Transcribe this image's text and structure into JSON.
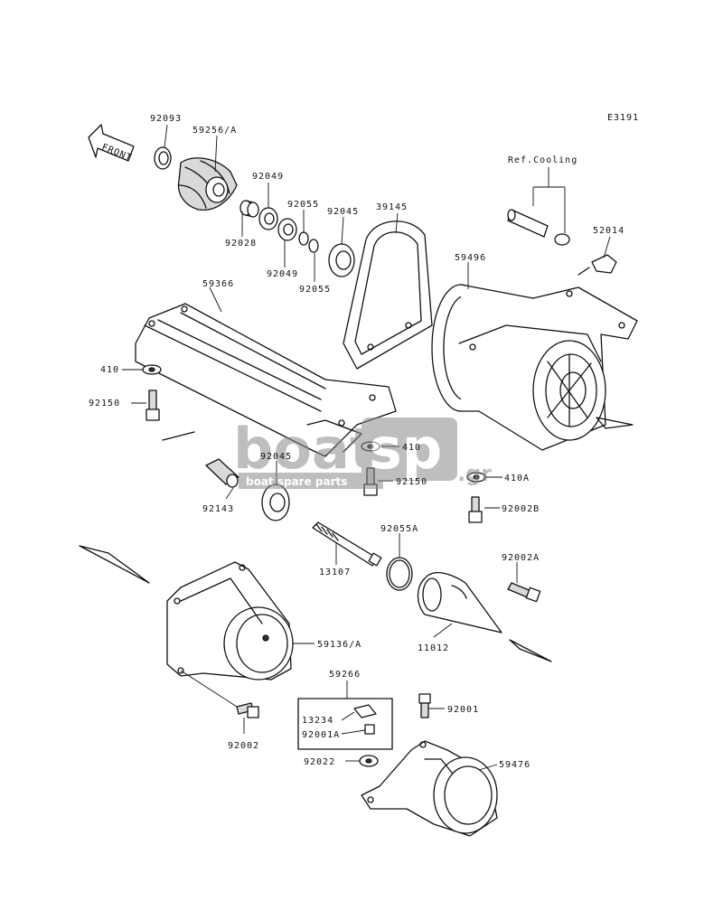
{
  "diagram_code": "E3191",
  "ref_label": "Ref.Cooling",
  "front_label": "FRONT",
  "watermark": {
    "brand_left": "boat",
    "brand_right": "sp",
    "suffix": ".gr",
    "tagline": "boat spare parts"
  },
  "parts": [
    {
      "id": "p1",
      "label": "92093"
    },
    {
      "id": "p2",
      "label": "59256/A"
    },
    {
      "id": "p3",
      "label": "92049"
    },
    {
      "id": "p4",
      "label": "92055"
    },
    {
      "id": "p5",
      "label": "92045"
    },
    {
      "id": "p6",
      "label": "39145"
    },
    {
      "id": "p7",
      "label": "92028"
    },
    {
      "id": "p8",
      "label": "92049"
    },
    {
      "id": "p9",
      "label": "92055"
    },
    {
      "id": "p10",
      "label": "52014"
    },
    {
      "id": "p11",
      "label": "59496"
    },
    {
      "id": "p12",
      "label": "59366"
    },
    {
      "id": "p13",
      "label": "410"
    },
    {
      "id": "p14",
      "label": "92150"
    },
    {
      "id": "p15",
      "label": "92045"
    },
    {
      "id": "p16",
      "label": "410"
    },
    {
      "id": "p17",
      "label": "92150"
    },
    {
      "id": "p18",
      "label": "410A"
    },
    {
      "id": "p19",
      "label": "92143"
    },
    {
      "id": "p20",
      "label": "92002B"
    },
    {
      "id": "p21",
      "label": "92055A"
    },
    {
      "id": "p22",
      "label": "92002A"
    },
    {
      "id": "p23",
      "label": "13107"
    },
    {
      "id": "p24",
      "label": "11012"
    },
    {
      "id": "p25",
      "label": "59136/A"
    },
    {
      "id": "p26",
      "label": "59266"
    },
    {
      "id": "p27",
      "label": "13234"
    },
    {
      "id": "p28",
      "label": "92001"
    },
    {
      "id": "p29",
      "label": "92001A"
    },
    {
      "id": "p30",
      "label": "92002"
    },
    {
      "id": "p31",
      "label": "92022"
    },
    {
      "id": "p32",
      "label": "59476"
    }
  ]
}
